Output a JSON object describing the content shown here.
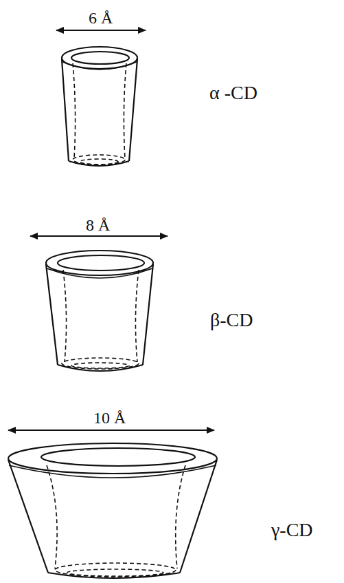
{
  "diagram": {
    "labels": [
      "6 Å",
      "α -CD",
      "8 Å",
      "β-CD",
      "10 Å",
      "γ-CD"
    ]
  }
}
